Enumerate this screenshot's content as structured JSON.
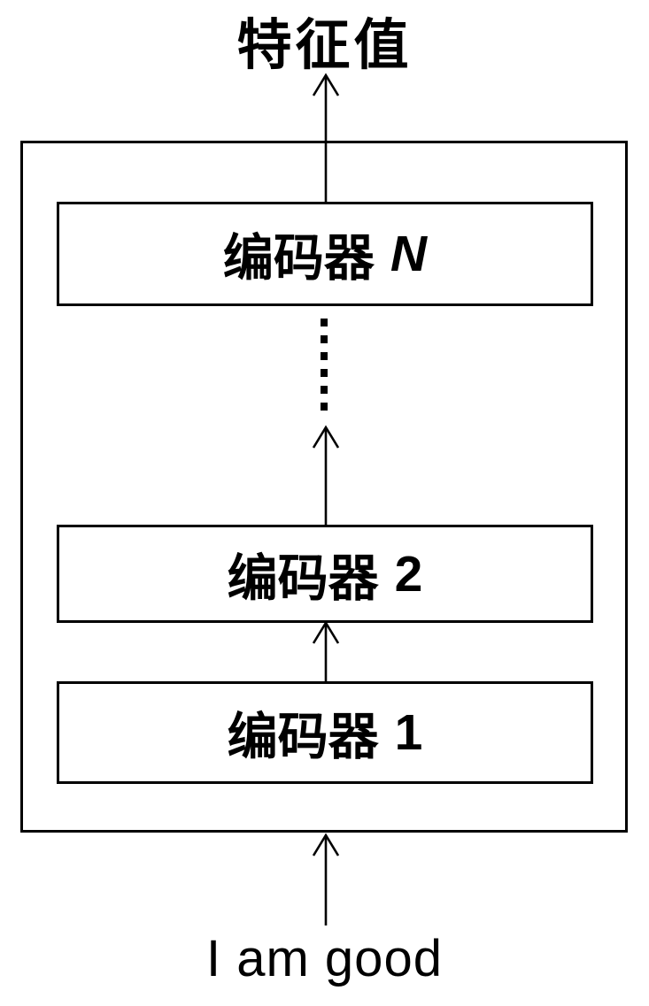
{
  "page": {
    "background": "#ffffff",
    "line_color": "#000000"
  },
  "diagram": {
    "output_label": "特征值",
    "input_label": "I am good",
    "encoder_top": {
      "prefix": "编码器",
      "index": "N"
    },
    "encoder_middle": {
      "prefix": "编码器",
      "index": "2"
    },
    "encoder_bottom": {
      "prefix": "编码器",
      "index": "1"
    },
    "ellipsis": "vertical-dotted-continuation"
  }
}
